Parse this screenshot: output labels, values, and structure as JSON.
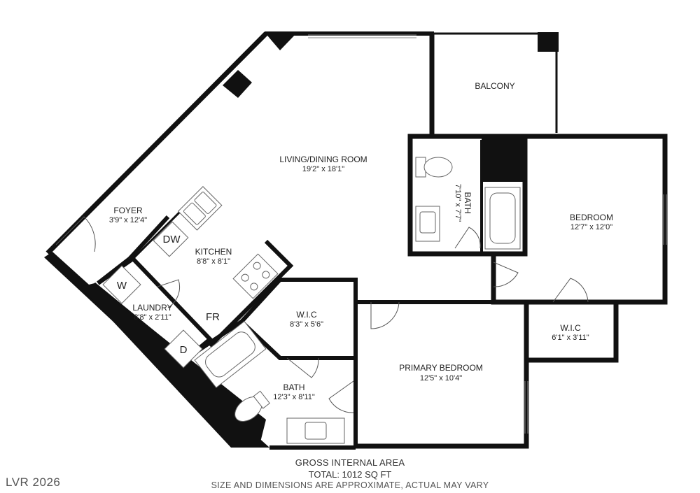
{
  "rooms": {
    "balcony": {
      "name": "BALCONY",
      "dim": ""
    },
    "living": {
      "name": "LIVING/DINING ROOM",
      "dim": "19'2\" x 18'1\""
    },
    "bath1": {
      "name": "BATH",
      "dim": "7'10\" x 7'7\""
    },
    "bedroom": {
      "name": "BEDROOM",
      "dim": "12'7\" x 12'0\""
    },
    "foyer": {
      "name": "FOYER",
      "dim": "3'9\" x 12'4\""
    },
    "kitchen": {
      "name": "KITCHEN",
      "dim": "8'8\" x 8'1\""
    },
    "laundry": {
      "name": "LAUNDRY",
      "dim": "8'8\" x 2'11\""
    },
    "wic1": {
      "name": "W.I.C",
      "dim": "8'3\" x 5'6\""
    },
    "wic2": {
      "name": "W.I.C",
      "dim": "6'1\" x 3'11\""
    },
    "primary": {
      "name": "PRIMARY BEDROOM",
      "dim": "12'5\" x 10'4\""
    },
    "bath2": {
      "name": "BATH",
      "dim": "12'3\" x 8'11\""
    }
  },
  "appliances": {
    "dw": "DW",
    "w": "W",
    "fr": "FR",
    "d": "D"
  },
  "footer": {
    "line1": "GROSS INTERNAL AREA",
    "line2": "TOTAL: 1012 SQ FT",
    "line3": "SIZE AND DIMENSIONS ARE APPROXIMATE, ACTUAL MAY VARY"
  },
  "watermark": "LVR 2026"
}
